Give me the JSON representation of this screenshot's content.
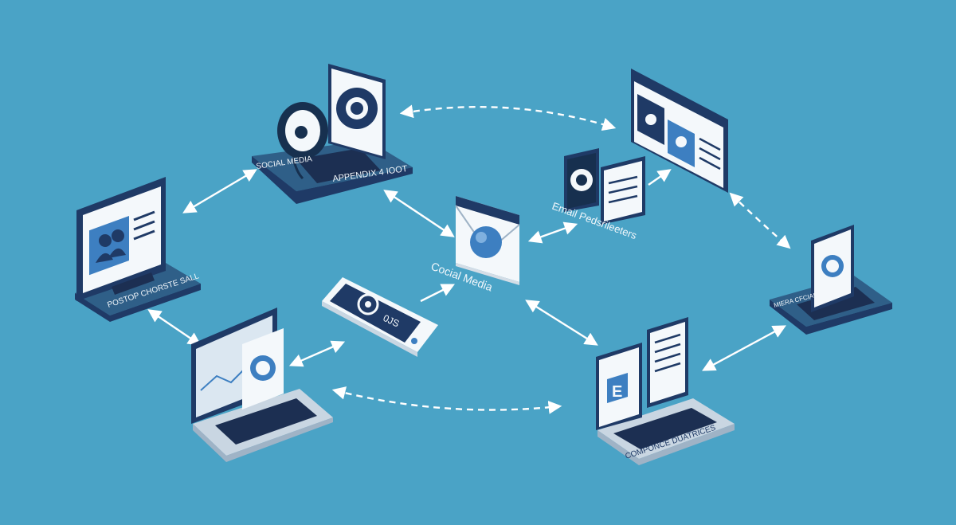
{
  "colors": {
    "background": "#4aa3c6",
    "navy": "#1f3a66",
    "navy_dark": "#17304f",
    "slate": "#2f5f88",
    "screen_white": "#f4f8fb",
    "keyboard": "#1c2f52",
    "accent_blue": "#3d7fc1",
    "arrow": "#ffffff",
    "label": "#f2f7fb"
  },
  "labels": {
    "top_left_a": "SOCIAL MEDIA",
    "top_left_b": "APPENDIX 4 IOOT",
    "left": "POSTOP CHORSTE SALL",
    "center": "Cocial Media",
    "email": "Email Pedsrileeters",
    "phone": "0JS",
    "right": "MIERA CFCIAL",
    "bottom_right": "COMPONCE DUATRICES"
  },
  "icons": {
    "hub": "envelope-icon",
    "profile": "profile-icon",
    "headset": "headset-icon",
    "phone": "smartphone-icon"
  }
}
